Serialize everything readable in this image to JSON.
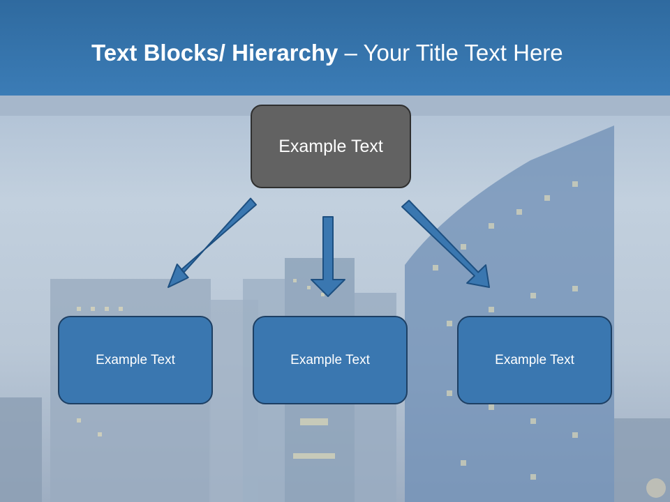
{
  "title": {
    "bold_part": "Text Blocks/ Hierarchy",
    "regular_part": " – Your Title Text Here"
  },
  "diagram": {
    "top": {
      "label": "Example Text"
    },
    "children": [
      {
        "label": "Example Text"
      },
      {
        "label": "Example Text"
      },
      {
        "label": "Example Text"
      }
    ]
  },
  "colors": {
    "banner": "#3b7cb6",
    "top_box": "#626262",
    "child_box": "#3a77b0",
    "arrow": "#3a77b0"
  }
}
